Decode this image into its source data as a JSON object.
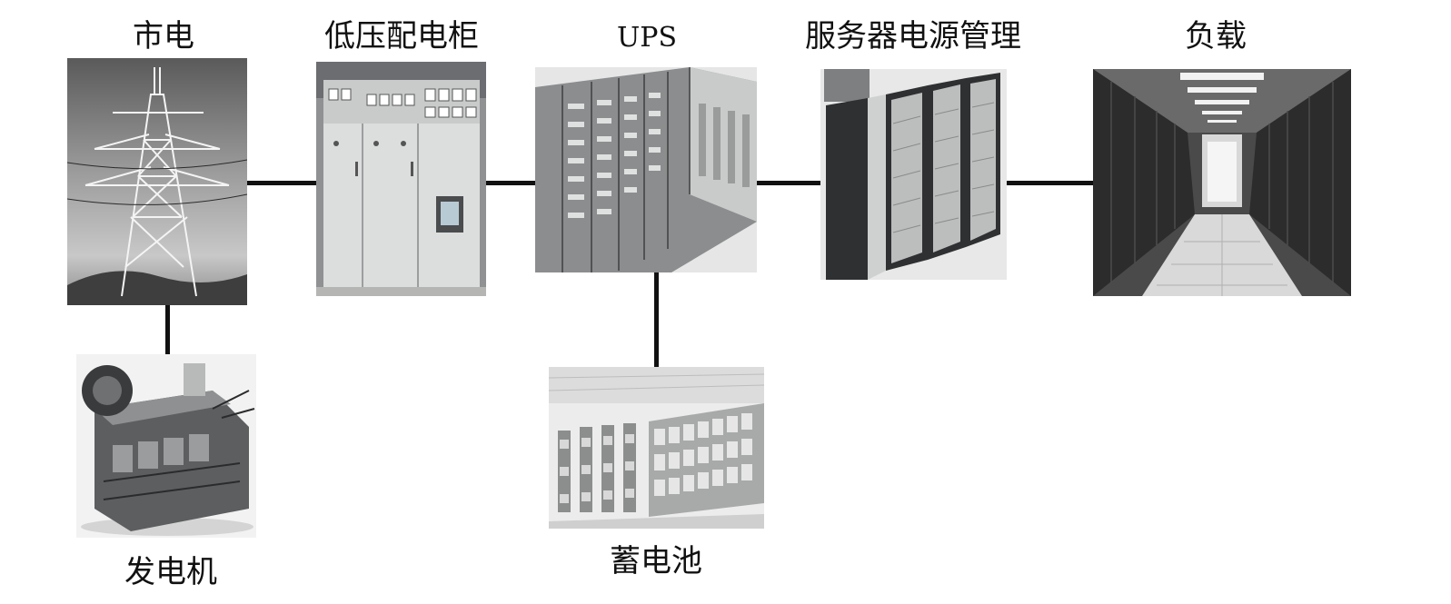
{
  "nodes": {
    "mains": {
      "label": "市电"
    },
    "lv_cabinet": {
      "label": "低压配电柜"
    },
    "ups": {
      "label": "UPS"
    },
    "server_psu": {
      "label": "服务器电源管理"
    },
    "load": {
      "label": "负载"
    },
    "generator": {
      "label": "发电机"
    },
    "battery": {
      "label": "蓄电池"
    }
  },
  "connections": [
    {
      "from": "mains",
      "to": "lv_cabinet"
    },
    {
      "from": "lv_cabinet",
      "to": "ups"
    },
    {
      "from": "ups",
      "to": "server_psu"
    },
    {
      "from": "server_psu",
      "to": "load"
    },
    {
      "from": "mains",
      "to": "generator"
    },
    {
      "from": "ups",
      "to": "battery"
    }
  ]
}
